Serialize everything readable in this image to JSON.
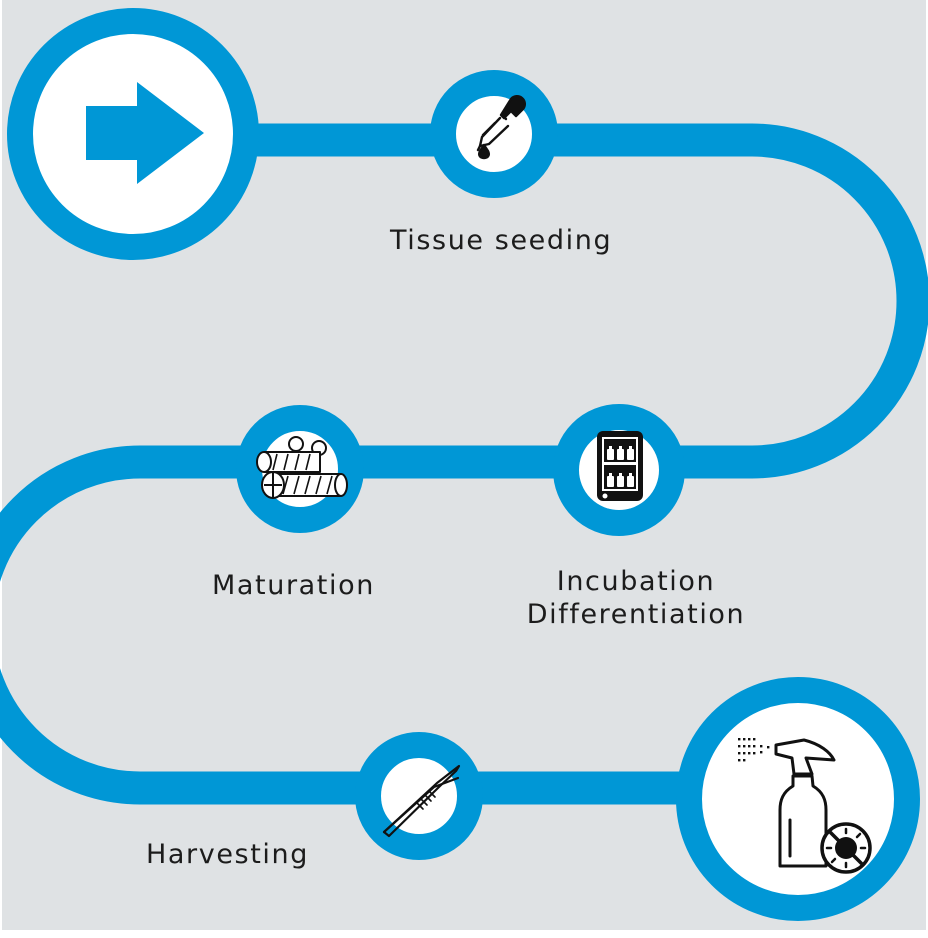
{
  "colors": {
    "background": "#dfe2e4",
    "track": "#0097d6",
    "node_fill": "#ffffff",
    "icon": "#111111",
    "text": "#1c1c1c"
  },
  "steps": [
    {
      "id": "start",
      "icon": "arrow-right-icon"
    },
    {
      "id": "seeding",
      "label": "Tissue seeding",
      "icon": "dropper-icon"
    },
    {
      "id": "incubation",
      "label_line1": "Incubation",
      "label_line2": "Differentiation",
      "icon": "incubator-icon"
    },
    {
      "id": "maturation",
      "label": "Maturation",
      "icon": "tissue-rolls-icon"
    },
    {
      "id": "harvesting",
      "label": "Harvesting",
      "icon": "tweezers-icon"
    },
    {
      "id": "sterilization",
      "icon": "spray-bottle-icon"
    }
  ]
}
